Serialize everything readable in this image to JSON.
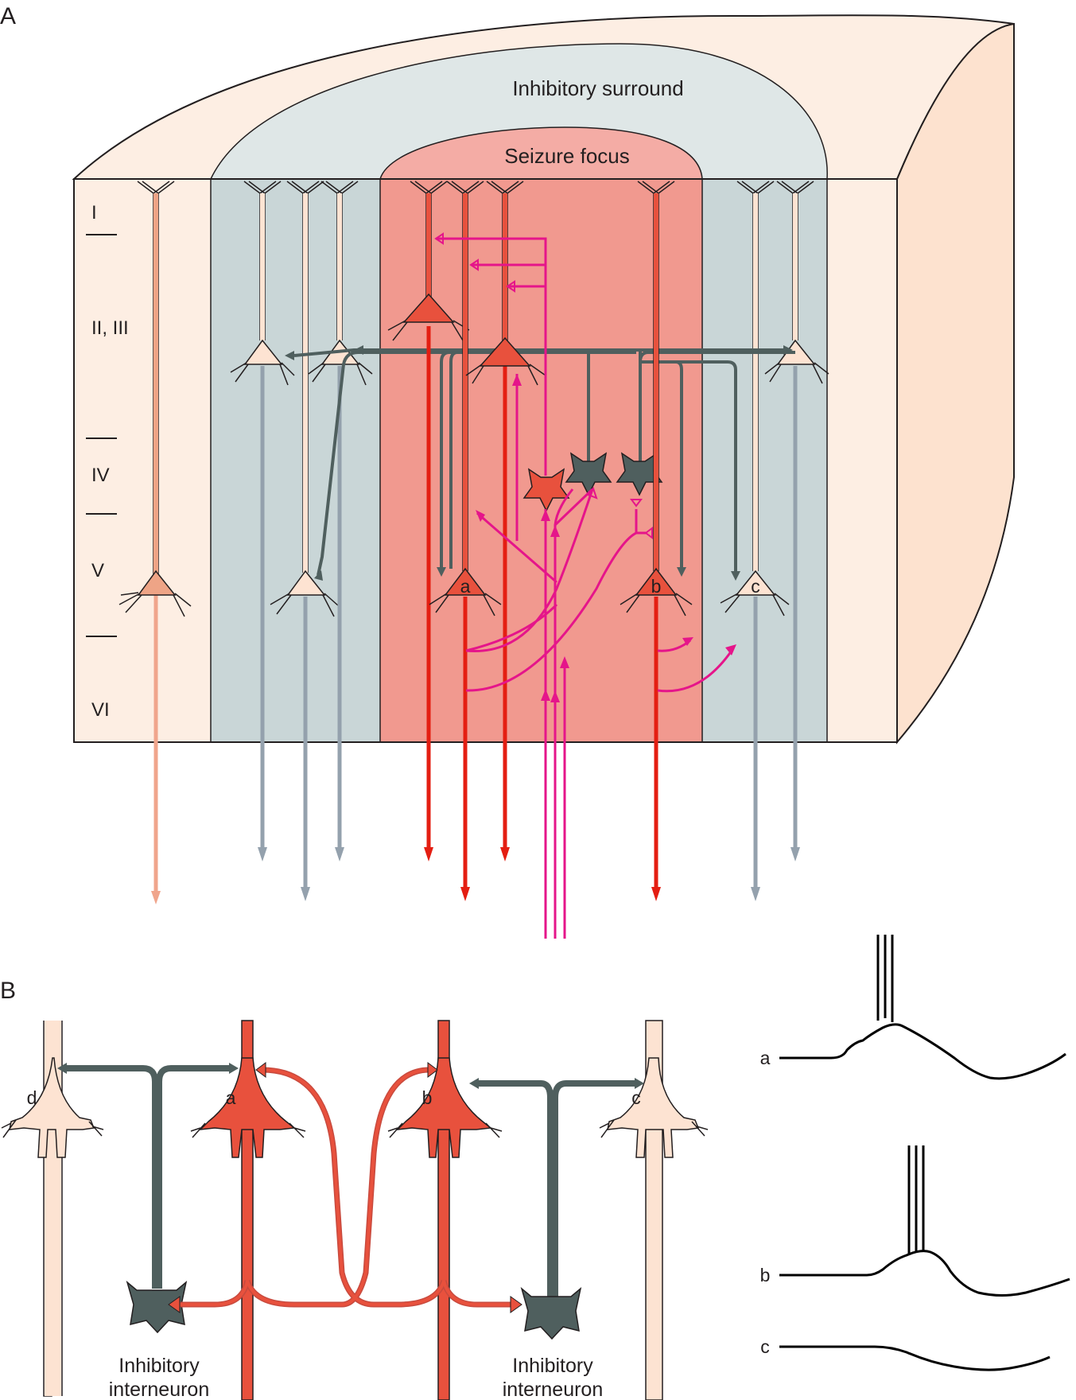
{
  "panel_a": {
    "label": "A",
    "inhibitory_surround_label": "Inhibitory surround",
    "seizure_focus_label": "Seizure focus",
    "layers": [
      "I",
      "II, III",
      "IV",
      "V",
      "VI"
    ],
    "cell_labels": [
      "a",
      "b",
      "c"
    ]
  },
  "panel_b": {
    "label": "B",
    "cell_labels": [
      "d",
      "a",
      "b",
      "c"
    ],
    "interneuron_caption_line1": "Inhibitory",
    "interneuron_caption_line2": "interneuron",
    "trace_labels": [
      "a",
      "b",
      "c"
    ]
  },
  "colors": {
    "normal_tissue": "#fdeee3",
    "surround_tissue": "#c9d6d7",
    "focus_tissue": "#f1998f",
    "focus_cap": "#f4aca5",
    "surround_cap": "#dfe7e7",
    "active_neuron": "#e8513d",
    "inactive_neuron": "#fde3d2",
    "interneuron": "#4f5f5e",
    "output_active": "#e41e12",
    "output_inactive": "#94a1ad",
    "afferent": "#e5158a"
  },
  "icons": [
    "pyramidal-neuron",
    "stellate-interneuron",
    "arrowhead"
  ]
}
